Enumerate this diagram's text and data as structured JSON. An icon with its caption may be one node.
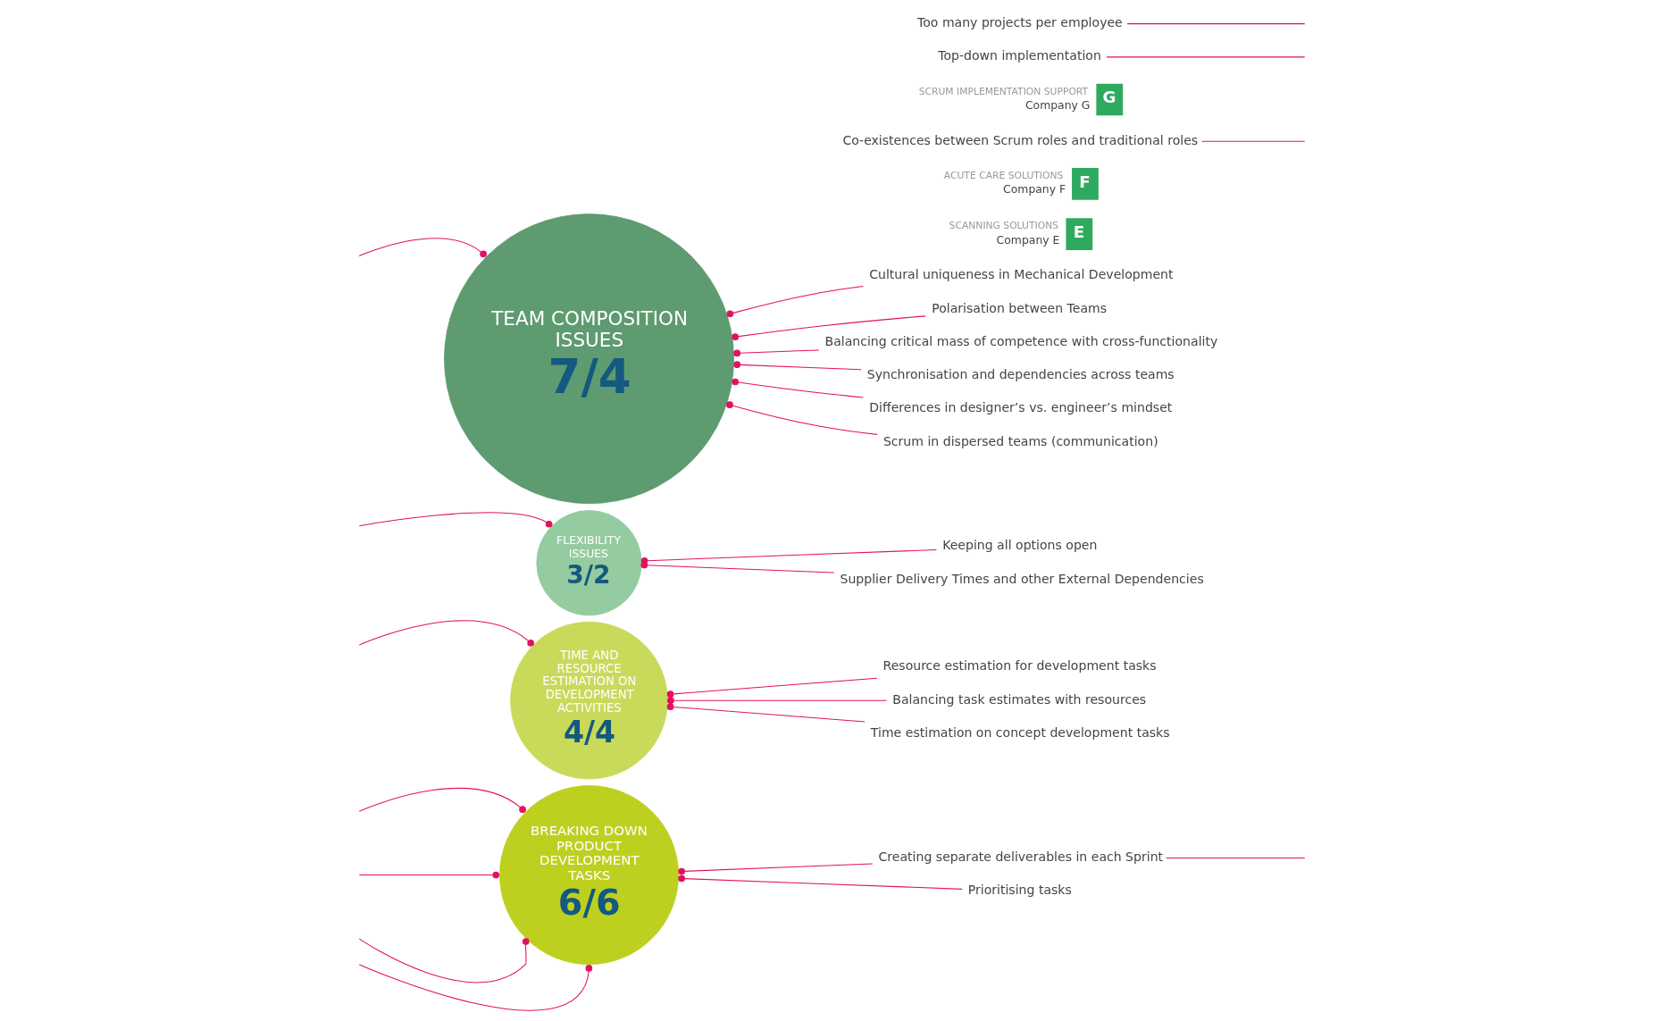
{
  "diagram": {
    "nodes": [
      {
        "text": [
          "BREAKING DOWN PRODUCT DEVELOPMENT TASKS",
          "6/6"
        ]
      },
      {
        "text": [
          "TIME AND RESOURCE ESTIMATION ON DEVELOPMENT ACTIVITIES",
          "4/4"
        ]
      },
      {
        "text": [
          "FLEXIBILITY ISSUES",
          "3/2"
        ]
      },
      {
        "text": [
          "TEAM COMPOSITION ISSUES",
          "7/4"
        ]
      },
      {
        "text": [
          "E"
        ],
        "beside": [
          "SCANNING SOLUTIONS",
          "Company E"
        ]
      },
      {
        "text": [
          "Cultural uniqueness in Mechanical Development"
        ]
      },
      {
        "text": [
          "Creating separate deliverables in each Sprint"
        ]
      },
      {
        "text": [
          "Resource estimation for development tasks"
        ]
      },
      {
        "text": [
          "Keeping all options open"
        ]
      },
      {
        "text": [
          "Supplier Delivery Times and other External Dependencies"
        ]
      },
      {
        "text": [
          "Polarisation between Teams"
        ]
      },
      {
        "text": [
          "F"
        ],
        "beside": [
          "ACUTE CARE SOLUTIONS",
          "Company F"
        ]
      },
      {
        "text": [
          "Balancing critical mass of competence with cross-functionality"
        ]
      },
      {
        "text": [
          "Synchronisation and dependencies across teams"
        ]
      },
      {
        "text": [
          "Balancing task estimates with resources"
        ]
      },
      {
        "text": [
          "Prioritising tasks"
        ]
      },
      {
        "text": [
          "Co-existences between Scrum roles and traditional roles"
        ]
      },
      {
        "text": [
          "Differences in designer’s vs. engineer’s mindset"
        ]
      },
      {
        "text": [
          "G"
        ],
        "beside": [
          "SCRUM IMPLEMENTATION SUPPORT",
          "Company G"
        ]
      },
      {
        "text": [
          "Scrum in dispersed teams (communication)"
        ]
      },
      {
        "text": [
          "Time estimation on concept development tasks"
        ]
      },
      {
        "text": [
          "Top-down implementation"
        ]
      },
      {
        "text": [
          "Too many projects per employee"
        ]
      }
    ],
    "edges": [
      {
        "from": 5,
        "to": 3,
        "arrow": "other"
      },
      {
        "from": 6,
        "to": 0,
        "arrow": "other"
      },
      {
        "from": null,
        "to": 6,
        "arrow": "none"
      },
      {
        "from": 7,
        "to": 1,
        "arrow": "other"
      },
      {
        "from": 8,
        "to": 2,
        "arrow": "other"
      },
      {
        "from": 9,
        "to": 2,
        "arrow": "other"
      },
      {
        "from": 10,
        "to": 3,
        "arrow": "other"
      },
      {
        "from": 12,
        "to": 3,
        "arrow": "other"
      },
      {
        "from": 13,
        "to": 3,
        "arrow": "other"
      },
      {
        "from": 14,
        "to": 1,
        "arrow": "other"
      },
      {
        "from": 15,
        "to": 0,
        "arrow": "other"
      },
      {
        "from": null,
        "to": 16,
        "arrow": "none"
      },
      {
        "from": 17,
        "to": 3,
        "arrow": "other"
      },
      {
        "from": 19,
        "to": 3,
        "arrow": "other"
      },
      {
        "from": 20,
        "to": 1,
        "arrow": "other"
      },
      {
        "from": null,
        "to": 21,
        "arrow": "none"
      },
      {
        "from": null,
        "to": 22,
        "arrow": "none"
      },
      {
        "from": null,
        "to": 0,
        "arrow": "other"
      },
      {
        "from": null,
        "to": 0,
        "arrow": "other"
      },
      {
        "from": null,
        "to": 0,
        "arrow": "other"
      },
      {
        "from": null,
        "to": 0,
        "arrow": "other"
      },
      {
        "from": null,
        "to": 1,
        "arrow": "other"
      },
      {
        "from": null,
        "to": 2,
        "arrow": "other"
      },
      {
        "from": null,
        "to": 3,
        "arrow": "other"
      }
    ]
  }
}
